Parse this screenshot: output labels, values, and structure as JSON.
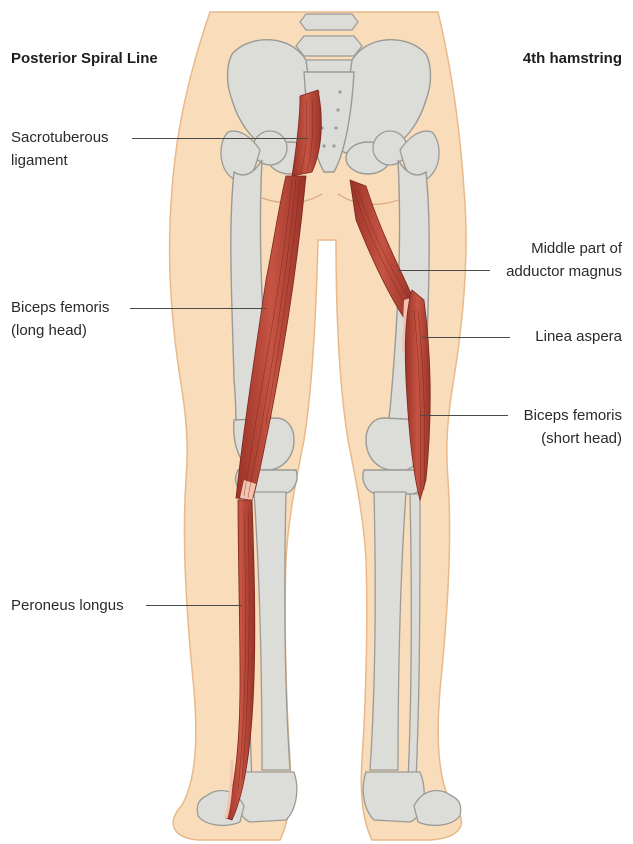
{
  "titles": {
    "left": "Posterior Spiral Line",
    "right": "4th hamstring"
  },
  "labels": {
    "sacrotuberous_line1": "Sacrotuberous",
    "sacrotuberous_line2": "ligament",
    "biceps_long_line1": "Biceps femoris",
    "biceps_long_line2": "(long head)",
    "peroneus_longus": "Peroneus longus",
    "adductor_line1": "Middle part of",
    "adductor_line2": "adductor magnus",
    "linea_aspera": "Linea aspera",
    "biceps_short_line1": "Biceps femoris",
    "biceps_short_line2": "(short head)"
  },
  "colors": {
    "skin": "#f9dcb9",
    "skin_outline": "#e8b98a",
    "bone": "#dcdcd8",
    "bone_outline": "#9a9a96",
    "muscle": "#b8483a",
    "muscle_dark": "#8c2e24",
    "tendon": "#f2c4b0",
    "leader_line": "#4a4a4a"
  }
}
